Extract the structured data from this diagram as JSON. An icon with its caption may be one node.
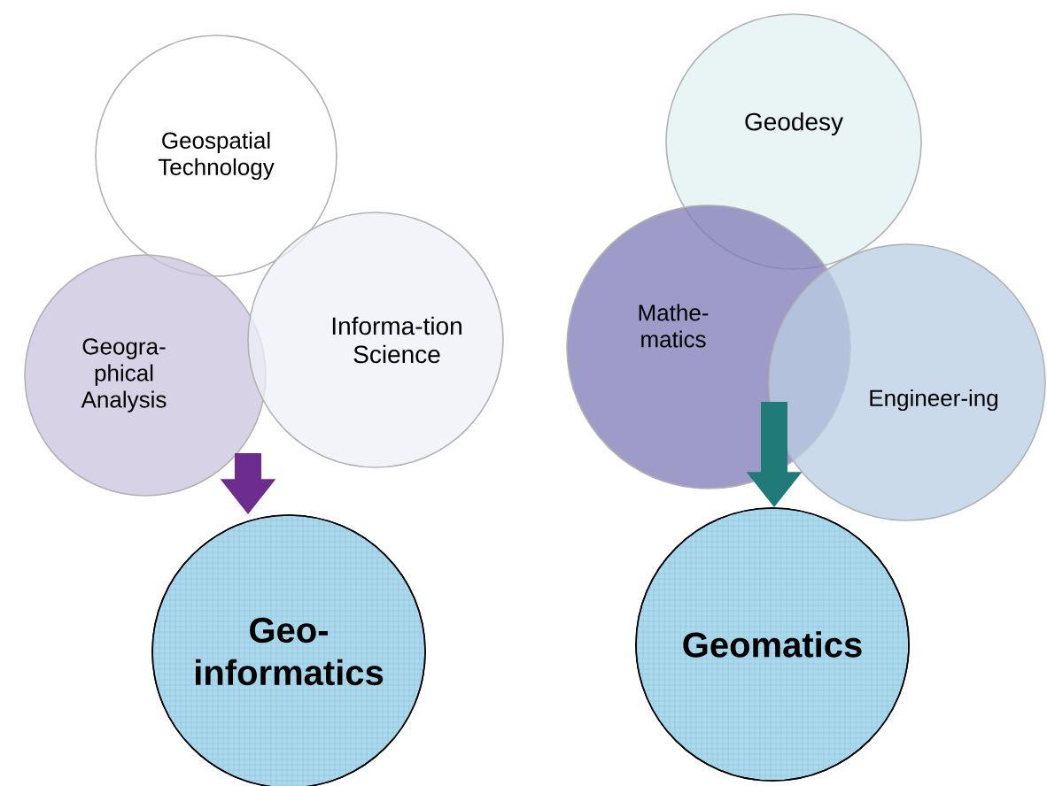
{
  "diagram": {
    "nodes": [
      {
        "text": [
          "Geospatial Technology"
        ]
      },
      {
        "text": [
          "Geogra-phical Analysis"
        ]
      },
      {
        "text": [
          "Informa-tion Science"
        ]
      },
      {
        "text": [
          "Geo-informatics"
        ]
      },
      {
        "text": [
          "Geodesy"
        ]
      },
      {
        "text": [
          "Mathe-matics"
        ]
      },
      {
        "text": [
          "Engineer-ing"
        ]
      },
      {
        "text": [
          "Geomatics"
        ]
      }
    ],
    "edges": [
      {
        "from": 1,
        "to": 3,
        "arrow": "to",
        "color": "#6b2d8f"
      },
      {
        "from": 5,
        "to": 7,
        "arrow": "to",
        "color": "#1f7a78"
      }
    ]
  }
}
